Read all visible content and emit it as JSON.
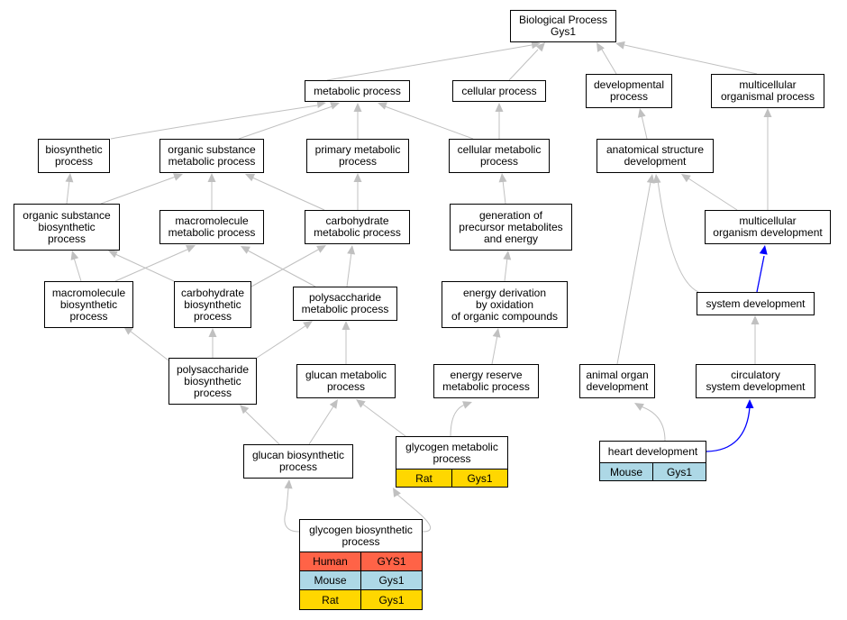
{
  "colors": {
    "edge": "#c0c0c0",
    "highlight_edge": "#0000ff",
    "human": "#ff6347",
    "mouse": "#add8e6",
    "rat": "#ffd700"
  },
  "nodes": {
    "bp_gys1": "Biological Process\nGys1",
    "metabolic_process": "metabolic process",
    "cellular_process": "cellular process",
    "developmental_process": "developmental\nprocess",
    "multicellular_organismal_process": "multicellular\norganismal process",
    "biosynthetic_process": "biosynthetic\nprocess",
    "organic_substance_metabolic_process": "organic substance\nmetabolic process",
    "primary_metabolic_process": "primary metabolic\nprocess",
    "cellular_metabolic_process": "cellular metabolic\nprocess",
    "anatomical_structure_development": "anatomical structure\ndevelopment",
    "organic_substance_biosynthetic_process": "organic substance\nbiosynthetic\nprocess",
    "macromolecule_metabolic_process": "macromolecule\nmetabolic process",
    "carbohydrate_metabolic_process": "carbohydrate\nmetabolic process",
    "generation_of_precursor": "generation of\nprecursor metabolites\nand energy",
    "multicellular_organism_development": "multicellular\norganism development",
    "macromolecule_biosynthetic_process": "macromolecule\nbiosynthetic\nprocess",
    "carbohydrate_biosynthetic_process": "carbohydrate\nbiosynthetic\nprocess",
    "polysaccharide_metabolic_process": "polysaccharide\nmetabolic process",
    "energy_derivation": "energy derivation\nby oxidation\nof organic compounds",
    "system_development": "system development",
    "polysaccharide_biosynthetic_process": "polysaccharide\nbiosynthetic\nprocess",
    "glucan_metabolic_process": "glucan metabolic\nprocess",
    "energy_reserve_metabolic_process": "energy reserve\nmetabolic process",
    "animal_organ_development": "animal organ\ndevelopment",
    "circulatory_system_development": "circulatory\nsystem development",
    "glucan_biosynthetic_process": "glucan biosynthetic\nprocess"
  },
  "annotated": {
    "glycogen_metabolic_process": {
      "term": "glycogen metabolic\nprocess",
      "rows": [
        {
          "species": "Rat",
          "gene": "Gys1",
          "color": "#ffd700"
        }
      ]
    },
    "heart_development": {
      "term": "heart development",
      "rows": [
        {
          "species": "Mouse",
          "gene": "Gys1",
          "color": "#add8e6"
        }
      ]
    },
    "glycogen_biosynthetic_process": {
      "term": "glycogen biosynthetic\nprocess",
      "rows": [
        {
          "species": "Human",
          "gene": "GYS1",
          "color": "#ff6347"
        },
        {
          "species": "Mouse",
          "gene": "Gys1",
          "color": "#add8e6"
        },
        {
          "species": "Rat",
          "gene": "Gys1",
          "color": "#ffd700"
        }
      ]
    }
  }
}
